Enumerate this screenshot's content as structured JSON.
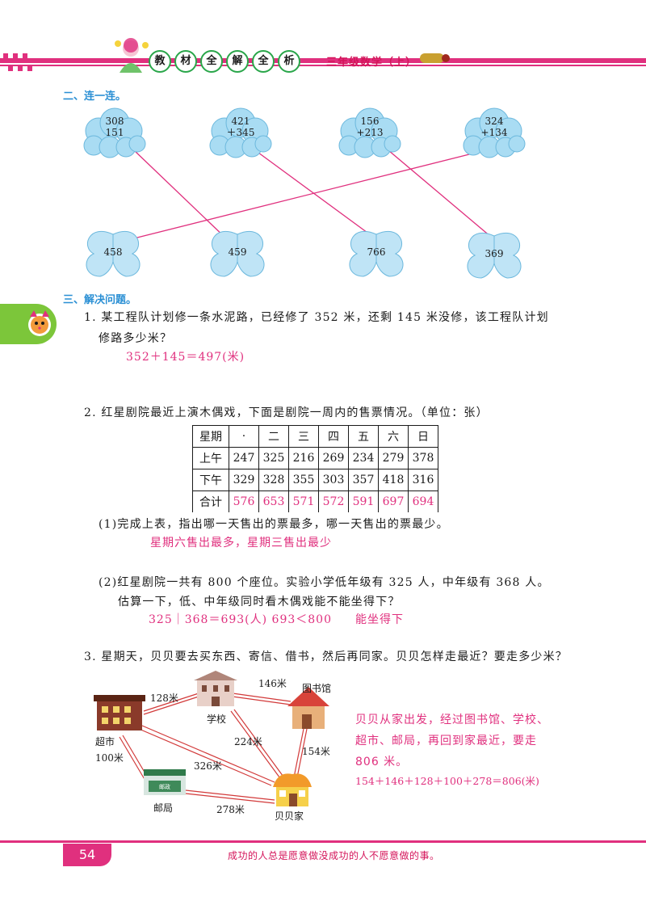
{
  "header": {
    "badges": [
      "教",
      "材",
      "全",
      "解",
      "全",
      "析"
    ],
    "subject": "三年级数学（上）"
  },
  "section2": {
    "title": "二、连一连。",
    "clouds": [
      {
        "top": "308",
        "bottom": "151"
      },
      {
        "top": "421",
        "bottom": "＋345"
      },
      {
        "top": "156",
        "bottom": "+213"
      },
      {
        "top": "324",
        "bottom": "+134"
      }
    ],
    "butterflies": [
      "458",
      "459",
      "766",
      "369"
    ]
  },
  "section3": {
    "title": "三、解决问题。",
    "q1": {
      "line1": "1. 某工程队计划修一条水泥路，已经修了 352 米，还剩 145 米没修，该工程队计划",
      "line2": "修路多少米？",
      "answer": "352＋145＝497(米)"
    },
    "q2": {
      "intro": "2. 红星剧院最近上演木偶戏，下面是剧院一周内的售票情况。（单位：张）",
      "table": {
        "head": [
          "星期",
          "·",
          "二",
          "三",
          "四",
          "五",
          "六",
          "日"
        ],
        "rows": [
          [
            "上午",
            "247",
            "325",
            "216",
            "269",
            "234",
            "279",
            "378"
          ],
          [
            "下午",
            "329",
            "328",
            "355",
            "303",
            "357",
            "418",
            "316"
          ]
        ],
        "totals": [
          "合计",
          "576",
          "653",
          "571",
          "572",
          "591",
          "697",
          "694"
        ]
      },
      "sub1": {
        "text": "(1)完成上表，指出哪一天售出的票最多，哪一天售出的票最少。",
        "answer": "星期六售出最多，星期三售出最少"
      },
      "sub2": {
        "line1": "(2)红星剧院一共有 800 个座位。实验小学低年级有 325 人，中年级有 368 人。",
        "line2": "估算一下，低、中年级同时看木偶戏能不能坐得下？",
        "answer_calc": "325｜368＝693(人)   693＜800",
        "answer_text": "能坐得下"
      }
    },
    "q3": {
      "text": "3. 星期天，贝贝要去买东西、寄信、借书，然后再同家。贝贝怎样走最近？要走多少米？",
      "map": {
        "places": {
          "supermarket": "超市",
          "school": "学校",
          "library": "图书馆",
          "post_office": "邮局",
          "home": "贝贝家"
        },
        "distances": {
          "market_school": "128米",
          "school_library": "146米",
          "school_home": "224米",
          "library_home": "154米",
          "market_home": "326米",
          "market_post": "100米",
          "post_home": "278米"
        },
        "post_sign": "邮政"
      },
      "answer": {
        "line1": "贝贝从家出发，经过图书馆、学校、",
        "line2": "超市、邮局，再回到家最近，要走",
        "line3": "806 米。",
        "line4": "154＋146＋128＋100＋278＝806(米)"
      }
    }
  },
  "footer": {
    "page_number": "54",
    "motto": "成功的人总是愿意做没成功的人不愿意做的事。"
  },
  "colors": {
    "accent_pink": "#e0307e",
    "title_blue": "#2a8fd4",
    "cloud_blue": "#a9dcf3",
    "tab_green": "#7cc63a"
  }
}
